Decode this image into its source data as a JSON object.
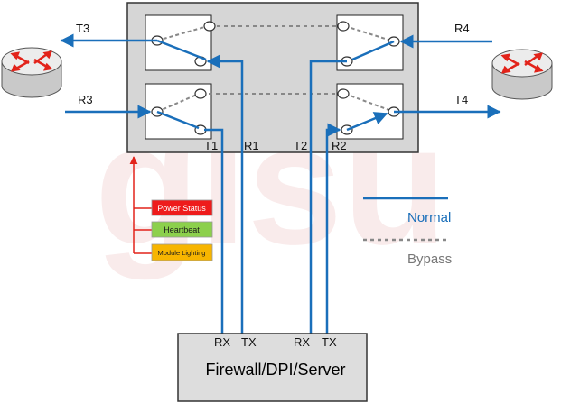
{
  "ports": {
    "t3": "T3",
    "r4": "R4",
    "r3": "R3",
    "t4": "T4",
    "t1": "T1",
    "r1": "R1",
    "t2": "T2",
    "r2": "R2"
  },
  "server": {
    "label": "Firewall/DPI/Server",
    "rx1": "RX",
    "tx1": "TX",
    "rx2": "RX",
    "tx2": "TX"
  },
  "status": {
    "power": "Power Status",
    "heartbeat": "Heartbeat",
    "module": "Module Lighting"
  },
  "legend": {
    "normal": "Normal",
    "bypass": "Bypass"
  },
  "colors": {
    "blue": "#1a6fba",
    "red": "#e2231a",
    "gray_dash": "#888888",
    "panel": "#d6d6d6",
    "power": "#ee1c1c",
    "heartbeat": "#8cd04c",
    "module": "#f7b500"
  },
  "icons": [
    "router-icon-left",
    "router-icon-right"
  ]
}
